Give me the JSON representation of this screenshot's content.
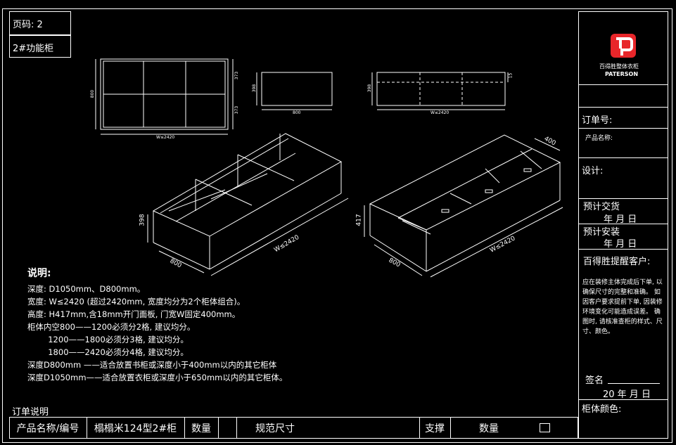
{
  "header": {
    "page_no": "页码: 2",
    "cabinet": "2#功能柜"
  },
  "logo": {
    "brand_cn": "百得胜整体衣柜",
    "brand_en": "PATERSON",
    "color": "#e8262a"
  },
  "dimensions": {
    "front_h1": "373",
    "front_h2": "373",
    "front_total": "800",
    "front_w": "W≤2420",
    "side_h": "398",
    "side_w": "800",
    "top_h": "398",
    "top_w": "W≤2420",
    "top_small": "15",
    "iso1_h": "398",
    "iso1_d": "800",
    "iso1_w": "W≤2420",
    "iso2_h": "417",
    "iso2_d": "800",
    "iso2_w": "W≤2420",
    "iso2_door": "400"
  },
  "notes": {
    "title": "说明:",
    "lines": [
      "深度: D1050mm、D800mm。",
      "宽度: W≤2420 (超过2420mm, 宽度均分为2个柜体组合)。",
      "高度: H417mm,含18mm开门面板, 门宽W固定400mm。",
      "柜体内空800——1200必须分2格, 建议均分。",
      "        1200——1800必须分3格, 建议均分。",
      "        1800——2420必须分4格, 建议均分。",
      "深度D800mm ——适合放置书柜或深度小于400mm以内的其它柜体",
      "深度D1050mm——适合放置衣柜或深度小于650mm以内的其它柜体。"
    ]
  },
  "order_note": "订单说明",
  "bottom": {
    "product_label": "产品名称/编号",
    "product_value": "榻榻米124型2#柜",
    "qty_label": "数量",
    "spec_label": "规范尺寸",
    "support_label": "支撑",
    "qty_label2": "数量"
  },
  "side_panel": {
    "order_no": "订单号:",
    "product_name": "产品名称:",
    "design": "设计:",
    "delivery": "预计交货",
    "date1": "年  月  日",
    "install": "预计安装",
    "date2": "年  月  日",
    "customer": "百得胜提醒客户:",
    "reminder": "应在装修主体完成后下单, 以确保尺寸的完整和准确。 如因客户要求提前下单, 因装修环境变化可能造成误差。 确图时, 请核准查柜的样式、尺寸、颜色。",
    "sign": "签名",
    "date3": "20  年  月  日",
    "color": "柜体颜色:"
  }
}
